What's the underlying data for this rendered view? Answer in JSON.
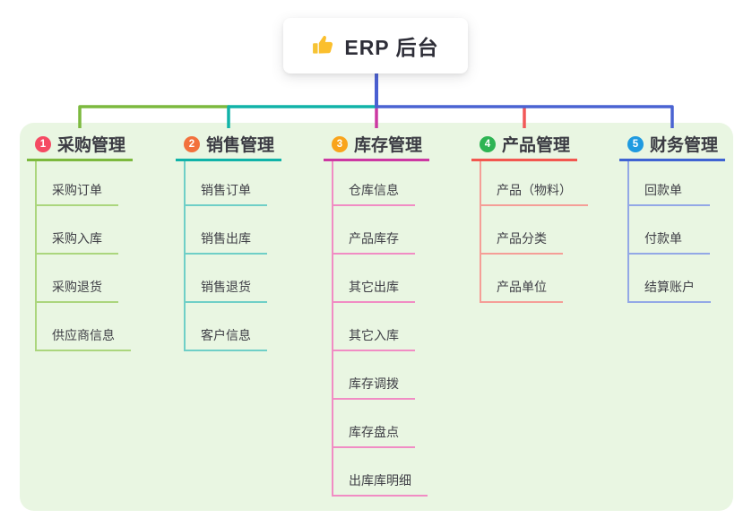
{
  "root": {
    "title": "ERP 后台",
    "icon": "thumbs-up"
  },
  "panel": {
    "background": "#e9f6e2"
  },
  "connectors": {
    "root_line": "#4a5fd2",
    "green": "#7cb93e",
    "teal": "#10b3a8",
    "magenta": "#cc38a2",
    "red": "#f25858",
    "blue": "#4a63d2"
  },
  "branches": [
    {
      "badge": "1",
      "title": "采购管理",
      "colors": {
        "badge": "#f54a63",
        "accent": "#7cb93e",
        "child_line": "#abd67d"
      },
      "children": [
        "采购订单",
        "采购入库",
        "采购退货",
        "供应商信息"
      ]
    },
    {
      "badge": "2",
      "title": "销售管理",
      "colors": {
        "badge": "#f2713d",
        "accent": "#10b3a8",
        "child_line": "#6fcfc7"
      },
      "children": [
        "销售订单",
        "销售出库",
        "销售退货",
        "客户信息"
      ]
    },
    {
      "badge": "3",
      "title": "库存管理",
      "colors": {
        "badge": "#f9a41c",
        "accent": "#cc38a2",
        "child_line": "#f18cc4"
      },
      "children": [
        "仓库信息",
        "产品库存",
        "其它出库",
        "其它入库",
        "库存调拨",
        "库存盘点",
        "出库库明细"
      ]
    },
    {
      "badge": "4",
      "title": "产品管理",
      "colors": {
        "badge": "#2eb453",
        "accent": "#f2574f",
        "child_line": "#f59e97"
      },
      "children": [
        "产品（物料）",
        "产品分类",
        "产品单位"
      ]
    },
    {
      "badge": "5",
      "title": "财务管理",
      "colors": {
        "badge": "#1f9ae0",
        "accent": "#3f63d2",
        "child_line": "#93a8e6"
      },
      "children": [
        "回款单",
        "付款单",
        "结算账户"
      ]
    }
  ]
}
